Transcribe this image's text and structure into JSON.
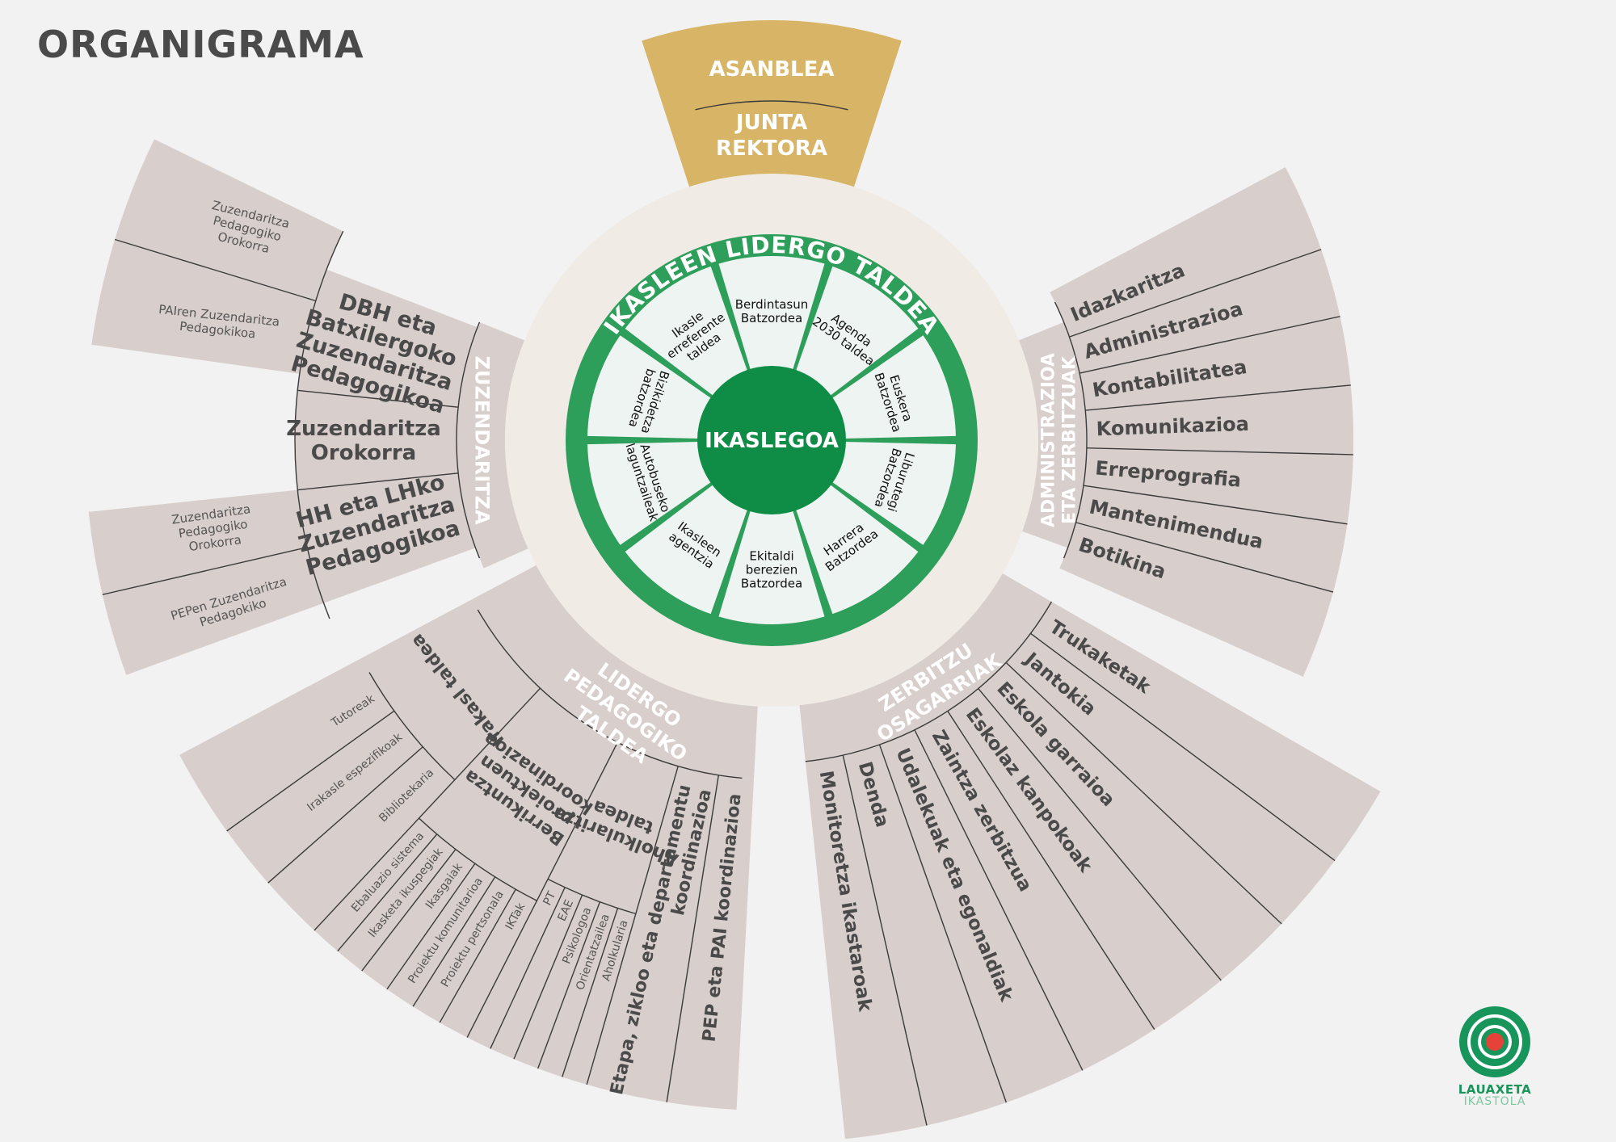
{
  "title": "ORGANIGRAMA",
  "colors": {
    "gold": "#d7b466",
    "green_ring": "#2e9e5b",
    "green_hub": "#0f8c46",
    "wedge": "#d8cecb",
    "inner_cell": "#eef4f1",
    "logo_red": "#e5433a"
  },
  "governance": {
    "outer": "ASANBLEA",
    "inner": [
      "JUNTA",
      "REKTORA"
    ]
  },
  "student_wheel": {
    "ring_label": "IKASLEEN LIDERGO TALDEA",
    "hub_label": "IKASLEGOA",
    "cells": [
      [
        "Berdintasun",
        "Batzordea"
      ],
      [
        "Agenda",
        "2030 taldea"
      ],
      [
        "Euskera",
        "Batzordea"
      ],
      [
        "Liburutegi",
        "Batzordea"
      ],
      [
        "Harrera",
        "Batzordea"
      ],
      [
        "Ekitaldi",
        "berezien",
        "Batzordea"
      ],
      [
        "Ikasleen",
        "agentzia"
      ],
      [
        "Autobuseko",
        "laguntzaileak"
      ],
      [
        "Bizikidetza",
        "batzordea"
      ],
      [
        "Ikasle",
        "erreferente",
        "taldea"
      ]
    ]
  },
  "zuzendaritza": {
    "label": "ZUZENDARITZA",
    "groups": [
      {
        "label": [
          "DBH eta",
          "Batxilergoko",
          "Zuzendaritza",
          "Pedagogikoa"
        ],
        "children": [
          [
            "Zuzendaritza",
            "Pedagogiko",
            "Orokorra"
          ],
          [
            "PAIren Zuzendaritza",
            "Pedagokikoa"
          ]
        ]
      },
      {
        "label": [
          "Zuzendaritza",
          "Orokorra"
        ],
        "children": []
      },
      {
        "label": [
          "HH eta LHko",
          "Zuzendaritza",
          "Pedagogikoa"
        ],
        "children": [
          [
            "Zuzendaritza",
            "Pedagogiko",
            "Orokorra"
          ],
          [
            "PEPen Zuzendaritza",
            "Pedagokiko"
          ]
        ]
      }
    ]
  },
  "administrazioa": {
    "label": [
      "ADMINISTRAZIOA",
      "ETA ZERBITZUAK"
    ],
    "items": [
      "Idazkaritza",
      "Administrazioa",
      "Kontabilitatea",
      "Komunikazioa",
      "Erreprografia",
      "Mantenimendua",
      "Botikina"
    ]
  },
  "zerbitzu_osagarriak": {
    "label": [
      "ZERBITZU",
      "OSAGARRIAK"
    ],
    "items": [
      "Trukaketak",
      "Jantokia",
      "Eskola garraioa",
      "Eskolaz kanpokoak",
      "Zaintza zerbitzua",
      "Udalekuak eta egonaldiak",
      "Denda",
      "Monitoretza ikastaroak"
    ]
  },
  "lidergo_pedagogiko": {
    "label": [
      "LIDERGO",
      "PEDAGOGIKO",
      "TALDEA"
    ],
    "groups": [
      {
        "label": [
          "Irakasl taldea"
        ],
        "children": [
          "Tutoreak",
          "Irakasle espezifikoak",
          "Bibliotekaria"
        ]
      },
      {
        "label": [
          "Berrikuntza",
          "proiektuen",
          "koordinazioa"
        ],
        "children": [
          "Ebaluazio sistema",
          "Ikasketa ikuspegiak",
          "Ikasgaiak",
          "Proiektu komunitarioa",
          "Proiektu pertsonala",
          "IKTak"
        ]
      },
      {
        "label": [
          "Aholkularitza",
          "taldea"
        ],
        "children": [
          "PT",
          "EAE",
          "Psikologoa",
          "Orientatzailea",
          "Aholkularia"
        ]
      },
      {
        "label": [
          "Etapa, zikloo eta departamentu",
          "koordinazioa"
        ],
        "children": []
      },
      {
        "label": [
          "PEP eta PAI koordinazioa"
        ],
        "children": []
      }
    ]
  },
  "logo": {
    "name": "LAUAXETA",
    "subtitle": "IKASTOLA",
    "icon": "spiral-logo-icon"
  }
}
